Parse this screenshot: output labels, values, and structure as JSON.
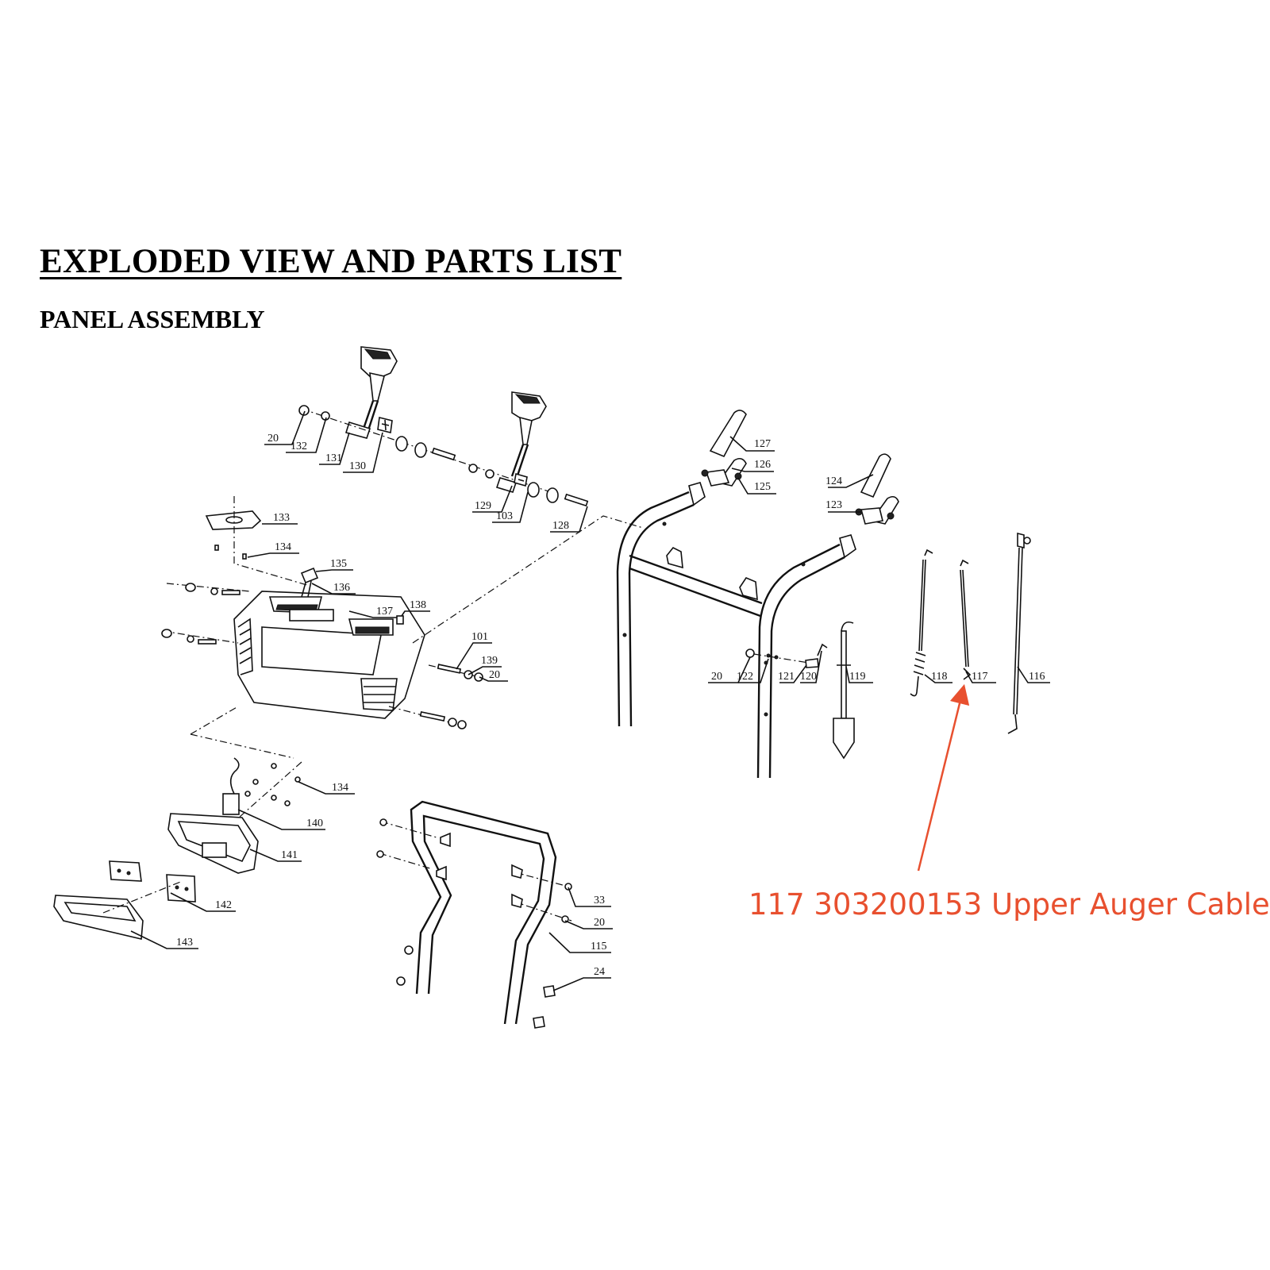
{
  "header": {
    "title": "EXPLODED VIEW AND PARTS LIST",
    "subtitle": "PANEL ASSEMBLY"
  },
  "callout": {
    "text": "117 303200153 Upper Auger Cable",
    "color": "#e8502f"
  },
  "part_labels": [
    "20",
    "132",
    "131",
    "130",
    "129",
    "103",
    "128",
    "127",
    "126",
    "125",
    "124",
    "123",
    "133",
    "134",
    "135",
    "136",
    "137",
    "138",
    "101",
    "139",
    "20",
    "20",
    "122",
    "121",
    "120",
    "119",
    "118",
    "117",
    "116",
    "134",
    "140",
    "141",
    "142",
    "143",
    "33",
    "20",
    "115",
    "24"
  ]
}
